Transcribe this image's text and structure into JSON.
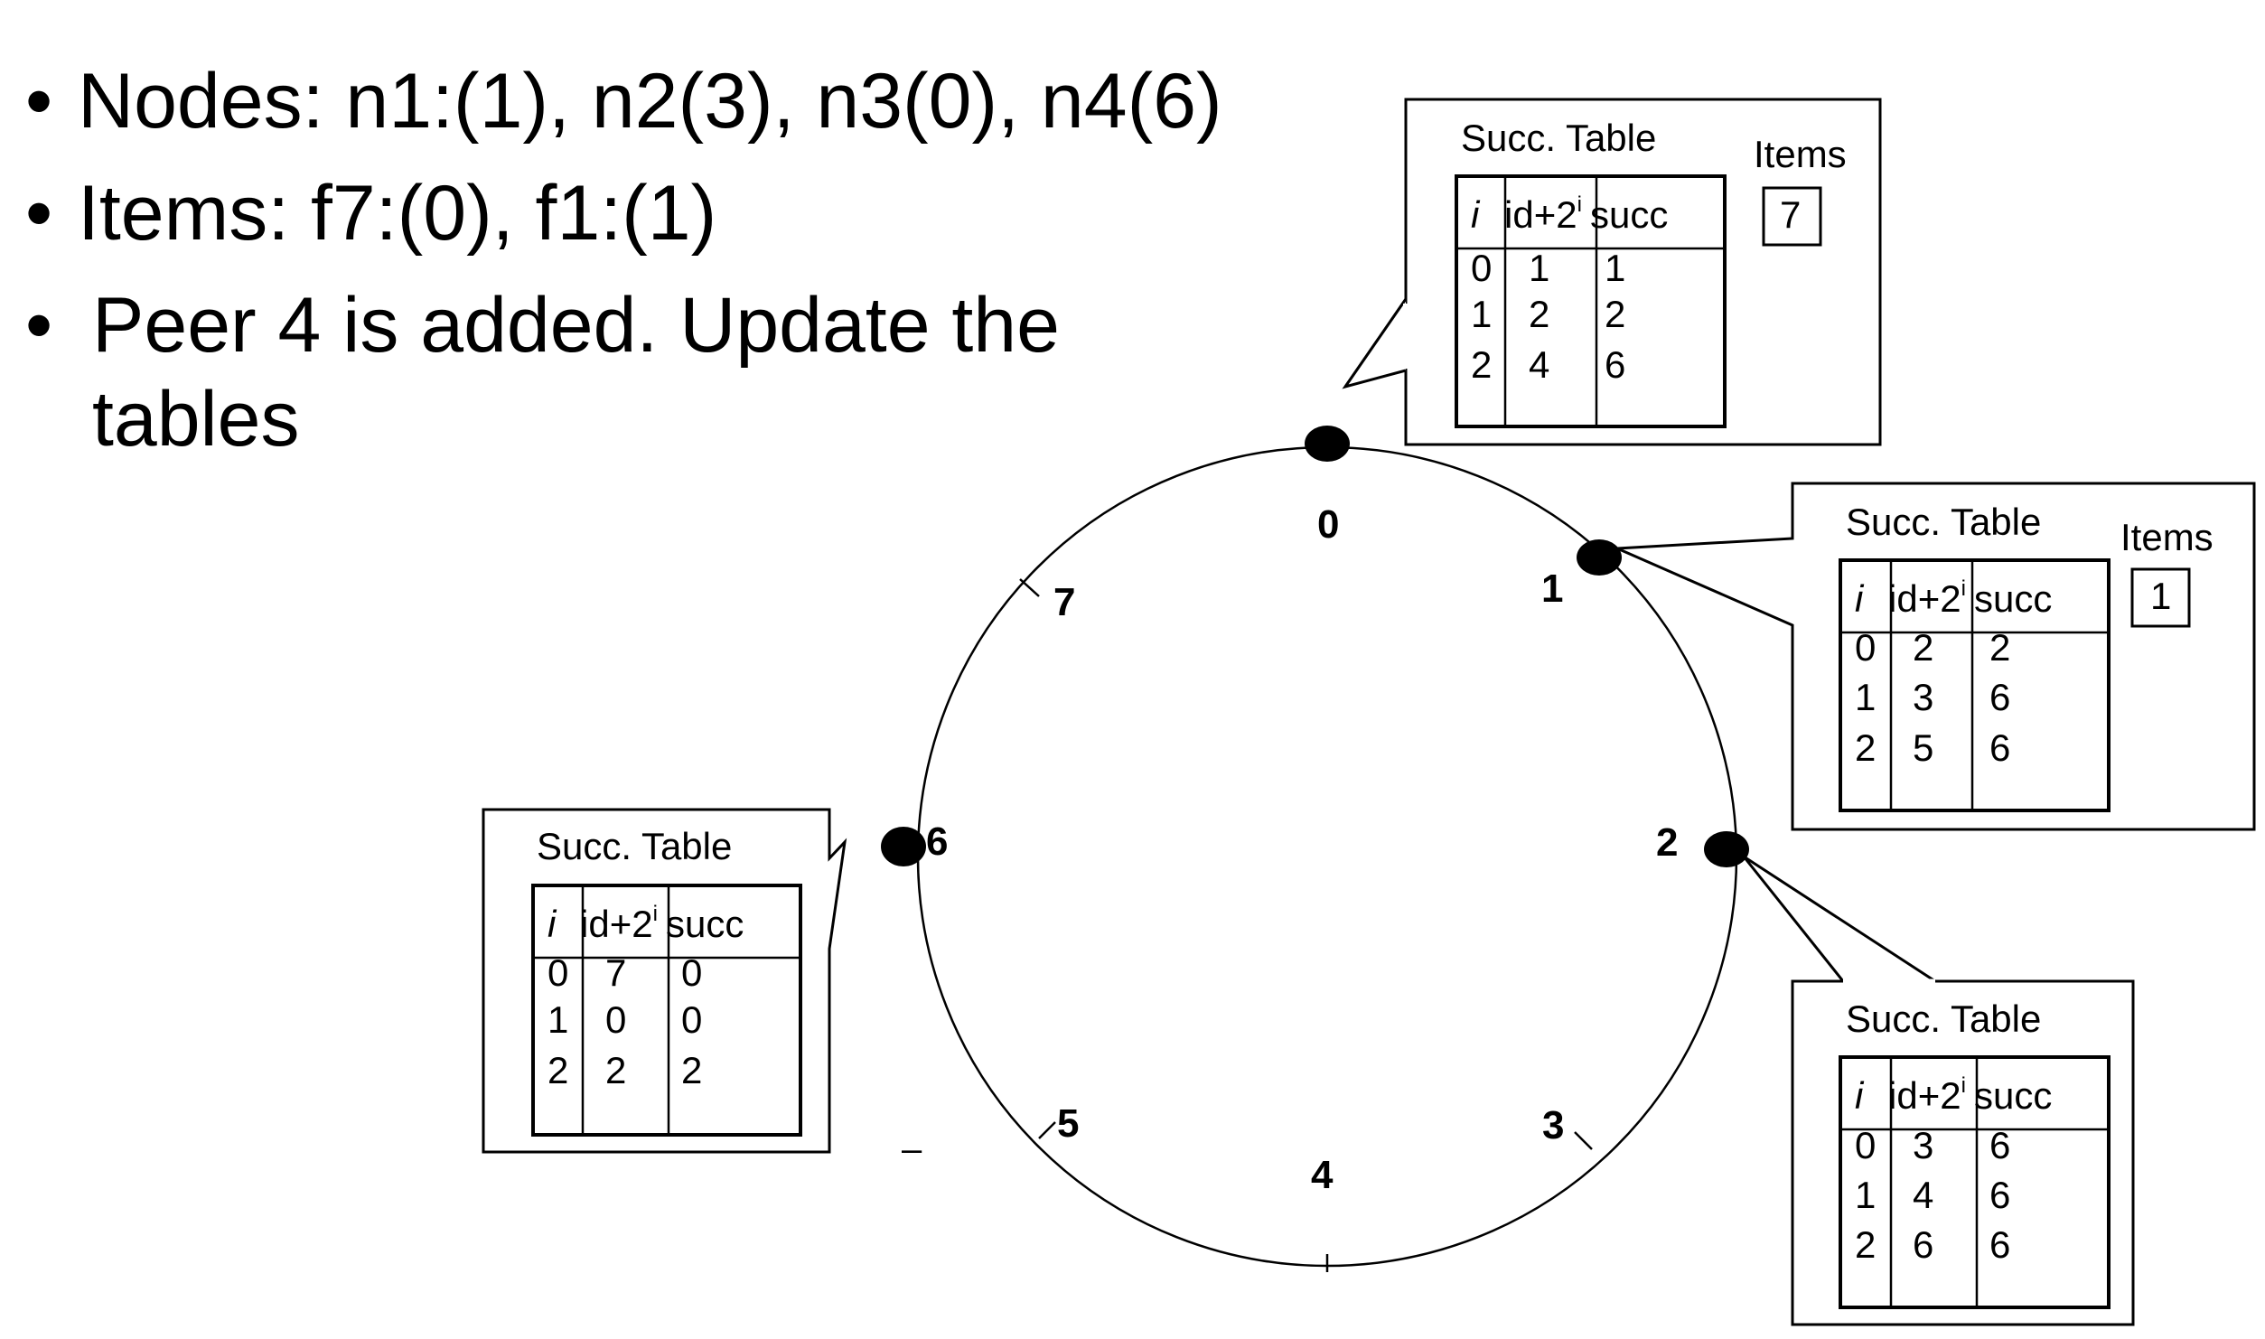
{
  "bullets": [
    "Nodes: n1:(1), n2(3), n3(0), n4(6)",
    "Items: f7:(0), f1:(1)",
    "Peer 4 is added. Update the",
    "tables"
  ],
  "ring": {
    "labels": [
      "0",
      "1",
      "2",
      "3",
      "4",
      "5",
      "6",
      "7"
    ],
    "nodes": [
      "0",
      "1",
      "2",
      "6"
    ],
    "stray_mark": "–"
  },
  "tables": [
    {
      "node": "0",
      "title": "Succ. Table",
      "header": {
        "i": "i",
        "id": "id+2",
        "sup": "i",
        "succ": "succ"
      },
      "rows": [
        [
          "0",
          "1",
          "1"
        ],
        [
          "1",
          "2",
          "2"
        ],
        [
          "2",
          "4",
          "6"
        ]
      ],
      "items_label": "Items",
      "items": "7"
    },
    {
      "node": "1",
      "title": "Succ. Table",
      "header": {
        "i": "i",
        "id": "id+2",
        "sup": "i",
        "succ": "succ"
      },
      "rows": [
        [
          "0",
          "2",
          "2"
        ],
        [
          "1",
          "3",
          "6"
        ],
        [
          "2",
          "5",
          "6"
        ]
      ],
      "items_label": "Items",
      "items": "1"
    },
    {
      "node": "2",
      "title": "Succ. Table",
      "header": {
        "i": "i",
        "id": "id+2",
        "sup": "i",
        "succ": "succ"
      },
      "rows": [
        [
          "0",
          "3",
          "6"
        ],
        [
          "1",
          "4",
          "6"
        ],
        [
          "2",
          "6",
          "6"
        ]
      ]
    },
    {
      "node": "6",
      "title": "Succ. Table",
      "header": {
        "i": "i",
        "id": "id+2",
        "sup": "i",
        "succ": "succ"
      },
      "rows": [
        [
          "0",
          "7",
          "0"
        ],
        [
          "1",
          "0",
          "0"
        ],
        [
          "2",
          "2",
          "2"
        ]
      ]
    }
  ]
}
